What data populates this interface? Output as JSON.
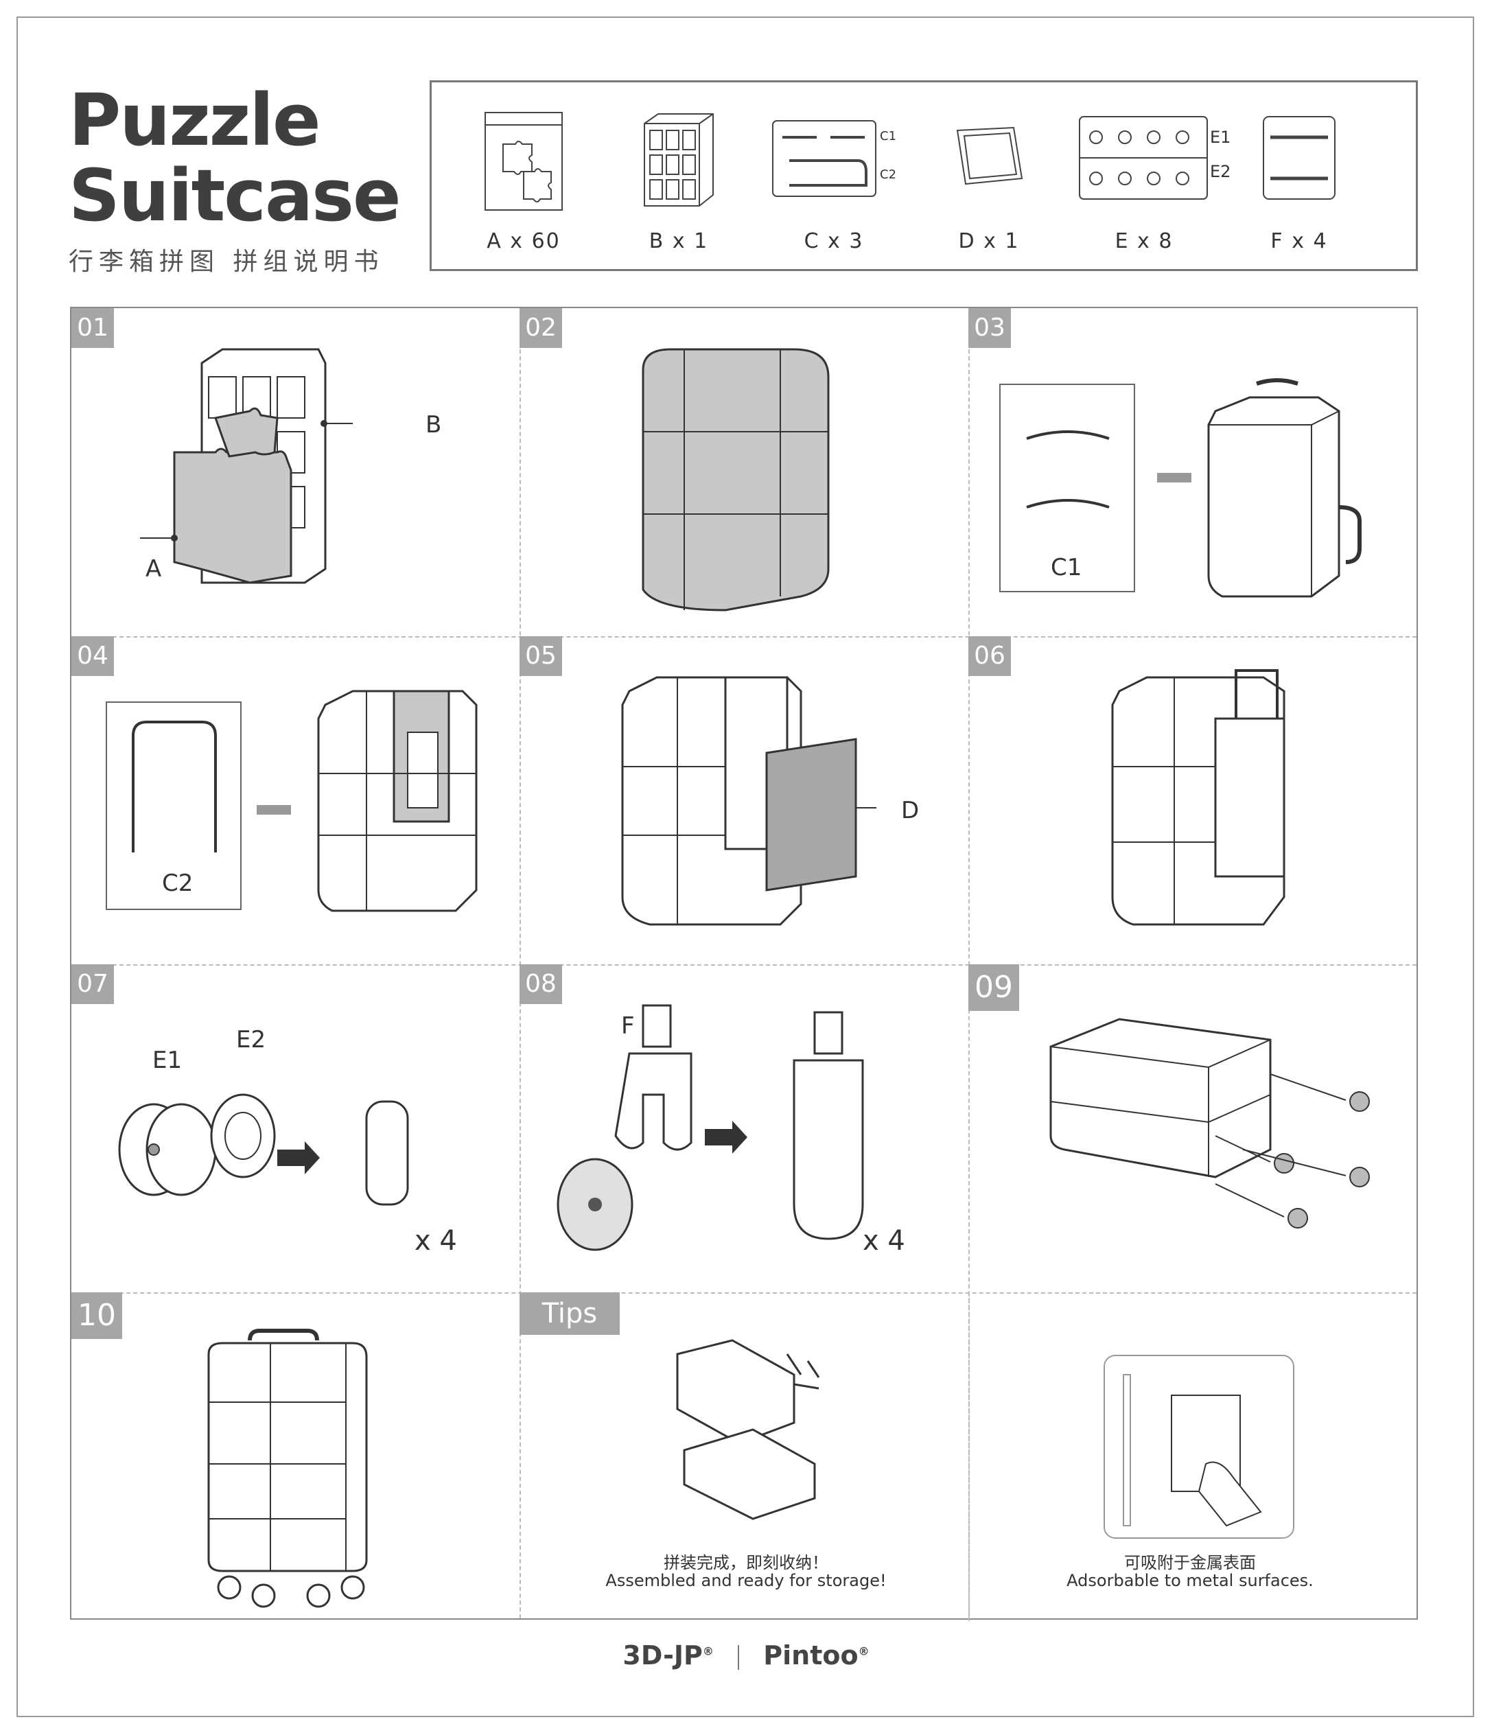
{
  "title": {
    "line1": "Puzzle",
    "line2": "Suitcase",
    "subtitle": "行李箱拼图 拼组说明书"
  },
  "parts": [
    {
      "id": "A",
      "label": "A x 60"
    },
    {
      "id": "B",
      "label": "B x 1"
    },
    {
      "id": "C",
      "label": "C x 3",
      "sub": [
        "C1",
        "C2"
      ]
    },
    {
      "id": "D",
      "label": "D x 1"
    },
    {
      "id": "E",
      "label": "E x 8",
      "sub": [
        "E1",
        "E2"
      ]
    },
    {
      "id": "F",
      "label": "F x 4"
    }
  ],
  "steps": [
    {
      "num": "01",
      "callouts": [
        "A",
        "B"
      ]
    },
    {
      "num": "02"
    },
    {
      "num": "03",
      "callouts": [
        "C1"
      ]
    },
    {
      "num": "04",
      "callouts": [
        "C2"
      ]
    },
    {
      "num": "05",
      "callouts": [
        "D"
      ]
    },
    {
      "num": "06"
    },
    {
      "num": "07",
      "callouts": [
        "E1",
        "E2"
      ],
      "multiplier": "x 4"
    },
    {
      "num": "08",
      "callouts": [
        "F"
      ],
      "multiplier": "x 4"
    },
    {
      "num": "09"
    },
    {
      "num": "10"
    }
  ],
  "tips": {
    "label": "Tips",
    "items": [
      {
        "zh": "拼装完成，即刻收纳！",
        "en": "Assembled and ready for storage!"
      },
      {
        "zh": "可吸附于金属表面",
        "en": "Adsorbable to metal surfaces."
      }
    ]
  },
  "footer": {
    "brand1": "3D-JP",
    "brand2": "Pintoo",
    "reg": "®"
  },
  "colors": {
    "tag_bg": "#a6a6a6",
    "puzzle_fill": "#c8c8c8",
    "line": "#333333"
  }
}
